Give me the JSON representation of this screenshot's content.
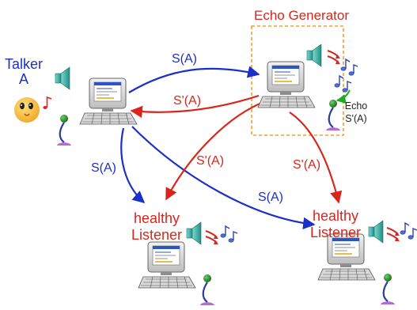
{
  "talker": {
    "name": "Talker",
    "letter": "A"
  },
  "echo_generator": {
    "title": "Echo Generator",
    "echo_label": "Echo",
    "echo_signal": "S'(A)"
  },
  "edges": {
    "talker_to_echo_gen": "S(A)",
    "echo_gen_to_talker": "S'(A)",
    "talker_to_listener_1": "S(A)",
    "echo_gen_to_listener_1": "S'(A)",
    "talker_to_listener_2": "S(A)",
    "echo_gen_to_listener_2": "S'(A)"
  },
  "listeners": [
    {
      "line1": "healthy",
      "line2": "Listener"
    },
    {
      "line1": "healthy",
      "line2": "Listener"
    }
  ],
  "colors": {
    "signal": "#1c2fc6",
    "echo": "#d8261c",
    "echo_box": "#f0a030",
    "speaker": "#2fa59a",
    "echo_indicator": "#22aa22"
  }
}
